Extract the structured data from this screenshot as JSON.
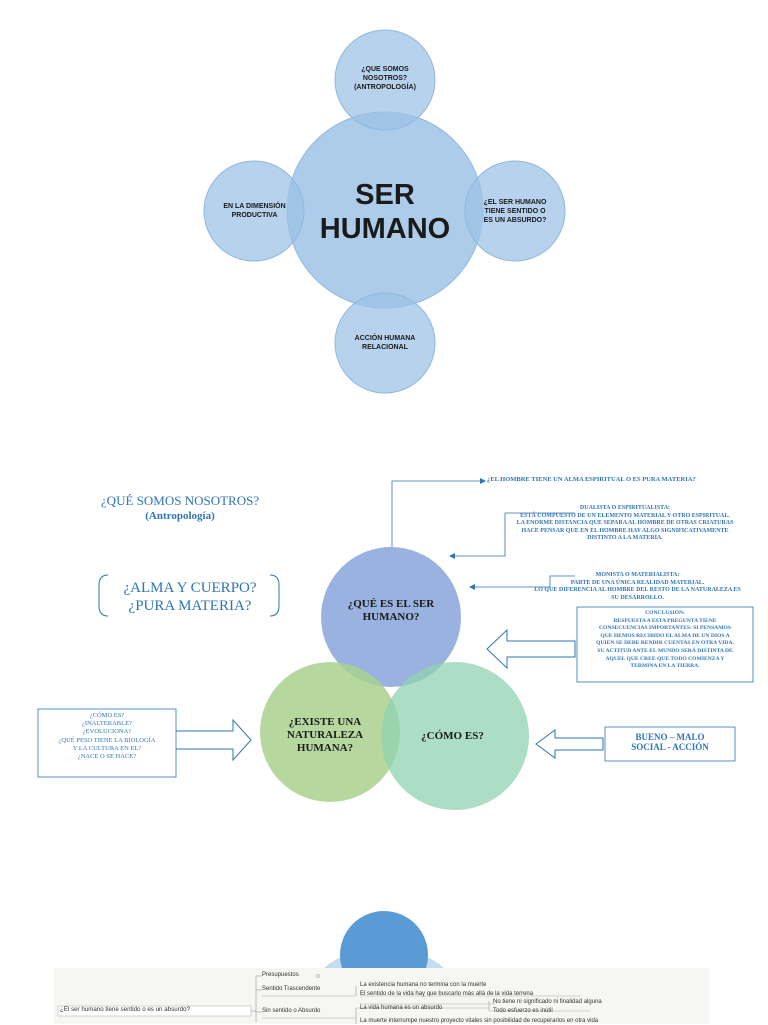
{
  "diagram1": {
    "center": [
      "SER",
      "HUMANO"
    ],
    "top": [
      "¿QUE SOMOS",
      "NOSOTROS?",
      "(ANTROPOLOGÍA)"
    ],
    "left": [
      "EN LA DIMENSIÓN",
      "PRODUCTIVA"
    ],
    "right": [
      "¿EL SER HUMANO",
      "TIENE SENTIDO O",
      "ES UN ABSURDO?"
    ],
    "bottom": [
      "ACCIÓN HUMANA",
      "RELACIONAL"
    ],
    "colors": {
      "circle": "#9dc3e6",
      "center_text": "#1a1a1a"
    }
  },
  "diagram2": {
    "title": [
      "¿QUÉ SOMOS NOSOTROS?",
      "(Antropología)"
    ],
    "bracket": [
      "¿ALMA Y CUERPO?",
      "¿PURA MATERIA?"
    ],
    "top_question": "¿EL HOMBRE TIENE UN ALMA ESPIRITUAL O ES PURA MATERIA?",
    "dualista": [
      "DUALISTA O ESPIRITUALISTA:",
      "ESTÁ COMPUESTO DE UN ELEMENTO MATERIAL Y OTRO ESPIRITUAL.",
      "LA ENORME DISTANCIA QUE SEPARA AL HOMBRE DE OTRAS CRIATURAS",
      "HACE PENSAR QUE EN EL HOMBRE HAY ALGO SIGNIFICATIVAMENTE",
      "DISTINTO A LA MATERIA."
    ],
    "monista": [
      "MONISTA O MATERIALISTA:",
      "PARTE DE UNA ÚNICA REALIDAD MATERIAL.",
      "LO QUE DIFERENCIA AL HOMBRE DEL RESTO DE LA NATURALEZA ES",
      "SU DESARROLLO."
    ],
    "conclusion": [
      "CONCLUSIÓN:",
      "RESPUESTA A ESTA PREGUNTA TIENE",
      "CONSECUENCIAS IMPORTANTES: SI PENSAMOS",
      "QUE HEMOS RECIBIDO EL ALMA DE UN DIOS A",
      "QUIEN  SE DEBE RENDIR CUENTAS EN OTRA VIDA.",
      "SU ACTITUD ANTE EL MUNDO SERÁ DISTINTA DE",
      "AQUEL QUE CREE QUE TODO COMIENZA Y",
      "TERMINA EN LA TIERRA."
    ],
    "circle_top": [
      "¿QUÉ ES EL SER",
      "HUMANO?"
    ],
    "circle_left": [
      "¿EXISTE UNA",
      "NATURALEZA",
      "HUMANA?"
    ],
    "circle_right": "¿CÓMO ES?",
    "left_box": [
      "¿CÓMO ES?",
      "¿INALTERABLE?",
      "¿EVOLUCIONA?",
      "¿QUÉ PESO TIENE LA BIOLOGÍA",
      "Y LA CULTURA EN EL?",
      "¿NACE O SE HACE?"
    ],
    "right_box": [
      "BUENO – MALO",
      "SOCIAL - ACCIÓN"
    ],
    "colors": {
      "top": "#8faadc",
      "left": "#a9d18e",
      "right": "#8fd3b0",
      "text": "#2e75b6"
    }
  },
  "diagram3": {
    "root": "¿El ser humano tiene sentido o es un absurdo?",
    "branches": [
      "Presupuestos",
      "Sentido Trascendente",
      "Sin sentido o Absurdo"
    ],
    "leaves": [
      "La existencia humana no termina con la muerte",
      "El sentido de la vida hay que buscarlo más allá de la vida terrena",
      "La vida humana es un absurdo",
      "No tiene ni significado ni finalidad alguna",
      "Todo esfuerzo es inútil",
      "La muerte interrumpe nuestro proyecto vitales sin posibilidad de recuperarlos en otra vida"
    ],
    "colors": {
      "circle": "#5b9bd5"
    }
  }
}
